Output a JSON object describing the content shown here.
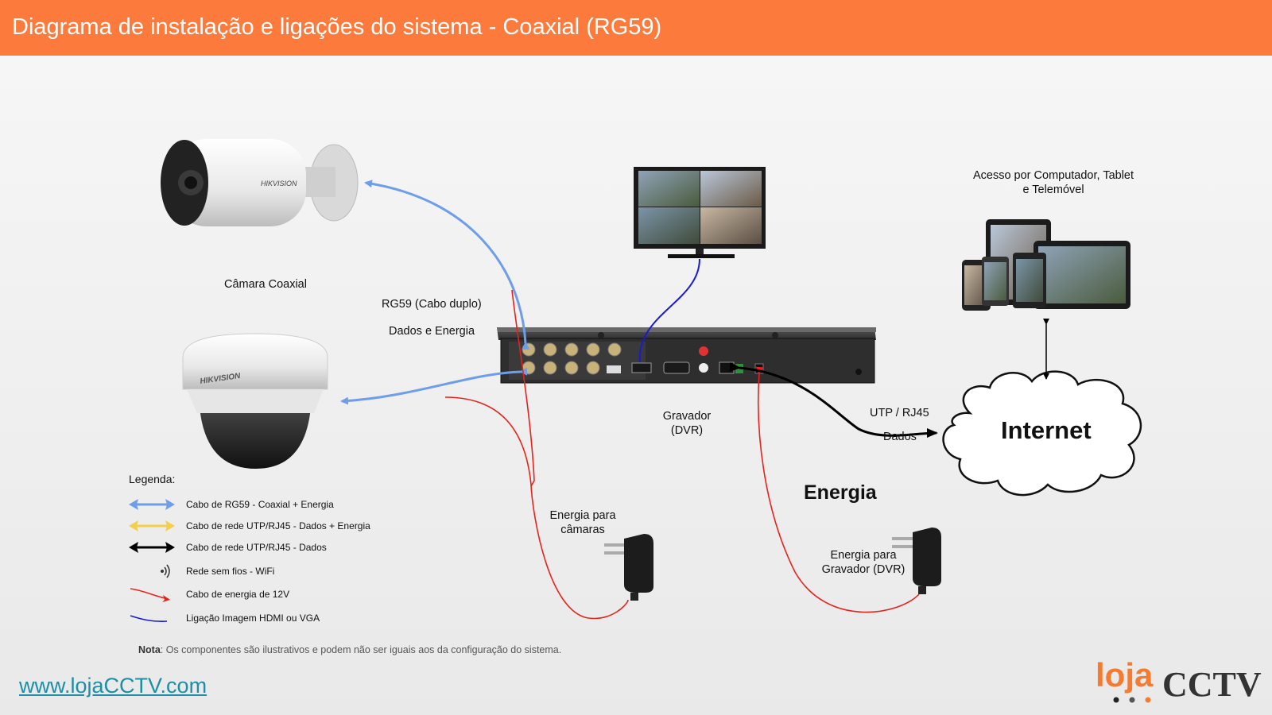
{
  "header": {
    "title": "Diagrama de instalação e ligações do sistema - Coaxial (RG59)"
  },
  "labels": {
    "camera_coaxial": "Câmara Coaxial",
    "rg59_cable": "RG59 (Cabo duplo)",
    "data_energy": "Dados e Energia",
    "recorder": "Gravador",
    "recorder_sub": "(DVR)",
    "access_line1": "Acesso por Computador, Tablet",
    "access_line2": "e Telemóvel",
    "utp_rj45": "UTP / RJ45",
    "dados": "Dados",
    "internet": "Internet",
    "energia": "Energia",
    "energy_cameras_line1": "Energia para",
    "energy_cameras_line2": "câmaras",
    "energy_dvr_line1": "Energia para",
    "energy_dvr_line2": "Gravador (DVR)",
    "camera_brand": "HIKVISION",
    "dome_brand": "HIKVISION"
  },
  "legend": {
    "title": "Legenda:",
    "items": [
      {
        "label": "Cabo de RG59 - Coaxial + Energia",
        "color": "#6f9ee8",
        "icon": "double-arrow-blue"
      },
      {
        "label": "Cabo de rede UTP/RJ45 - Dados + Energia",
        "color": "#f4cf4c",
        "icon": "double-arrow-yellow"
      },
      {
        "label": "Cabo de rede UTP/RJ45 - Dados",
        "color": "#000000",
        "icon": "double-arrow-black"
      },
      {
        "label": "Rede sem fios - WiFi",
        "color": "#333333",
        "icon": "wifi-icon"
      },
      {
        "label": "Cabo de energia de 12V",
        "color": "#e5231b",
        "icon": "red-arrow"
      },
      {
        "label": "Ligação Imagem HDMI ou VGA",
        "color": "#1a1ad6",
        "icon": "blue-line"
      }
    ]
  },
  "note": {
    "bold": "Nota",
    "text": ": Os componentes são ilustrativos e podem não ser iguais aos da configuração do sistema."
  },
  "footer": {
    "link": "www.lojaCCTV.com",
    "brand_loja": "loja",
    "brand_cctv": "CCTV"
  },
  "colors": {
    "header": "#fb7a3c",
    "coax": "#6f9ee8",
    "power": "#e5231b",
    "hdmi": "#1a1ad6",
    "utp": "#000000",
    "link": "#1c8fa6",
    "brand": "#f47b30"
  }
}
